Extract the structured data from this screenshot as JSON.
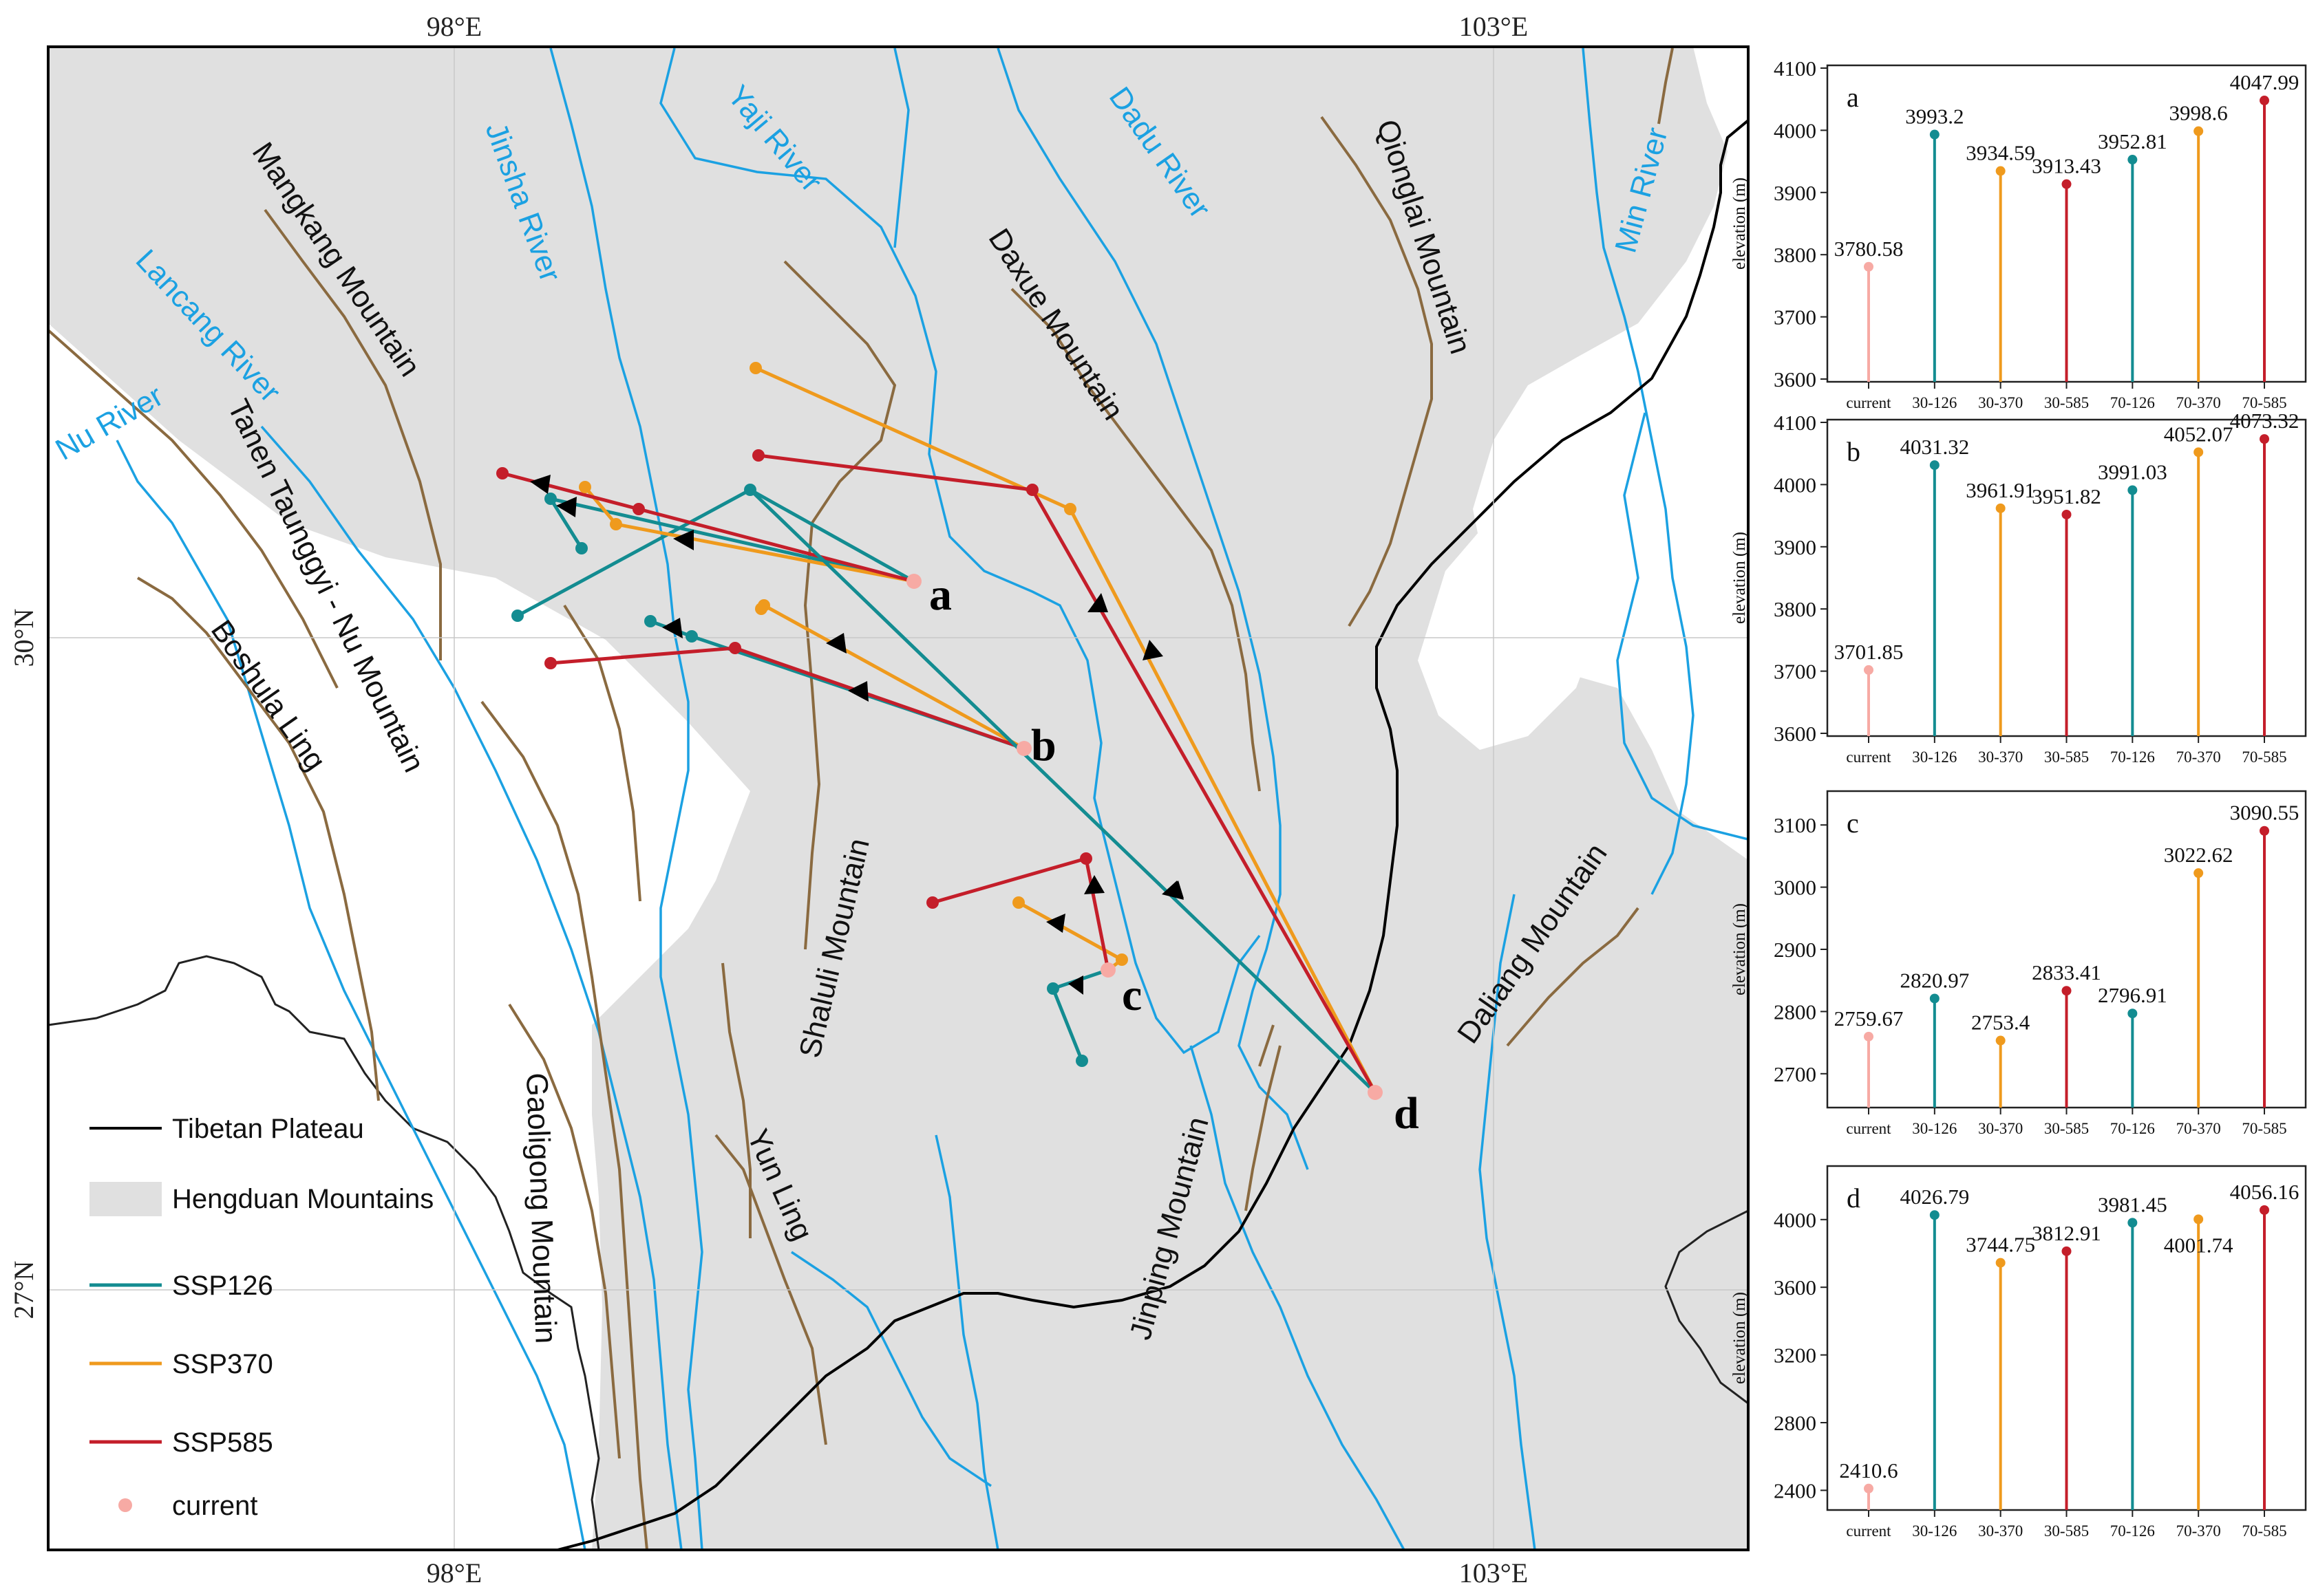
{
  "coords": {
    "lon_left": "98°E",
    "lon_right": "103°E",
    "lat_top": "30°N",
    "lat_bottom": "27°N"
  },
  "rivers": {
    "nu": "Nu River",
    "lancang": "Lancang River",
    "jinsha": "Jinsha River",
    "yaji": "Yaji River",
    "dadu": "Dadu River",
    "min": "Min River"
  },
  "mountains": {
    "mangkang": "Mangkang Mountain",
    "tanen": "Tanen Taunggyi - Nu Mountain",
    "boshula": "Boshula Ling",
    "daxue": "Daxue Mountain",
    "qionglai": "Qionglai Mountain",
    "shaluli": "Shaluli Mountain",
    "daliang": "Daliang Mountain",
    "jinping": "Jinping Mountain",
    "yunling": "Yun Ling",
    "gaoligong": "Gaoligong Mountain"
  },
  "sites": [
    "a",
    "b",
    "c",
    "d"
  ],
  "legend": {
    "tibetan_plateau": "Tibetan Plateau",
    "hengduan": "Hengduan Mountains",
    "ssp126": "SSP126",
    "ssp370": "SSP370",
    "ssp585": "SSP585",
    "current": "current"
  },
  "colors": {
    "ssp126": "#138c91",
    "ssp370": "#ef9a1d",
    "ssp585": "#c41e2a",
    "current": "#f7aaa4",
    "river": "#1ba1e2",
    "mountain": "#8a6a40",
    "hengduan": "#e0e0e0",
    "plateau": "#000000"
  },
  "chart_data": [
    {
      "type": "lollipop",
      "panel": "a",
      "categories": [
        "current",
        "30-126",
        "30-370",
        "30-585",
        "70-126",
        "70-370",
        "70-585"
      ],
      "values": [
        3780.58,
        3993.2,
        3934.59,
        3913.43,
        3952.81,
        3998.6,
        4047.99
      ],
      "labels": [
        "3780.58",
        "3993.2",
        "3934.59",
        "3913.43",
        "3952.81",
        "3998.6",
        "4047.99"
      ],
      "ylabel": "elevation (m)",
      "ylim": [
        3600,
        4100
      ],
      "yticks": [
        3600,
        3700,
        3800,
        3900,
        4000,
        4100
      ]
    },
    {
      "type": "lollipop",
      "panel": "b",
      "categories": [
        "current",
        "30-126",
        "30-370",
        "30-585",
        "70-126",
        "70-370",
        "70-585"
      ],
      "values": [
        3701.85,
        4031.32,
        3961.91,
        3951.82,
        3991.03,
        4052.07,
        4073.32
      ],
      "labels": [
        "3701.85",
        "4031.32",
        "3961.91",
        "3951.82",
        "3991.03",
        "4052.07",
        "4073.32"
      ],
      "ylabel": "elevation (m)",
      "ylim": [
        3600,
        4100
      ],
      "yticks": [
        3600,
        3700,
        3800,
        3900,
        4000,
        4100
      ]
    },
    {
      "type": "lollipop",
      "panel": "c",
      "categories": [
        "current",
        "30-126",
        "30-370",
        "30-585",
        "70-126",
        "70-370",
        "70-585"
      ],
      "values": [
        2759.67,
        2820.97,
        2753.4,
        2833.41,
        2796.91,
        3022.62,
        3090.55
      ],
      "labels": [
        "2759.67",
        "2820.97",
        "2753.4",
        "2833.41",
        "2796.91",
        "3022.62",
        "3090.55"
      ],
      "ylabel": "elevation (m)",
      "ylim": [
        2650,
        3150
      ],
      "yticks": [
        2700,
        2800,
        2900,
        3000,
        3100
      ]
    },
    {
      "type": "lollipop",
      "panel": "d",
      "categories": [
        "current",
        "30-126",
        "30-370",
        "30-585",
        "70-126",
        "70-370",
        "70-585"
      ],
      "values": [
        2410.6,
        4026.79,
        3744.75,
        3812.91,
        3981.45,
        4001.74,
        4056.16
      ],
      "labels": [
        "2410.6",
        "4026.79",
        "3744.75",
        "3812.91",
        "3981.45",
        "4001.74",
        "4056.16"
      ],
      "ylabel": "elevation (m)",
      "ylim": [
        2300,
        4300
      ],
      "yticks": [
        2400,
        2800,
        3200,
        3600,
        4000
      ]
    }
  ]
}
